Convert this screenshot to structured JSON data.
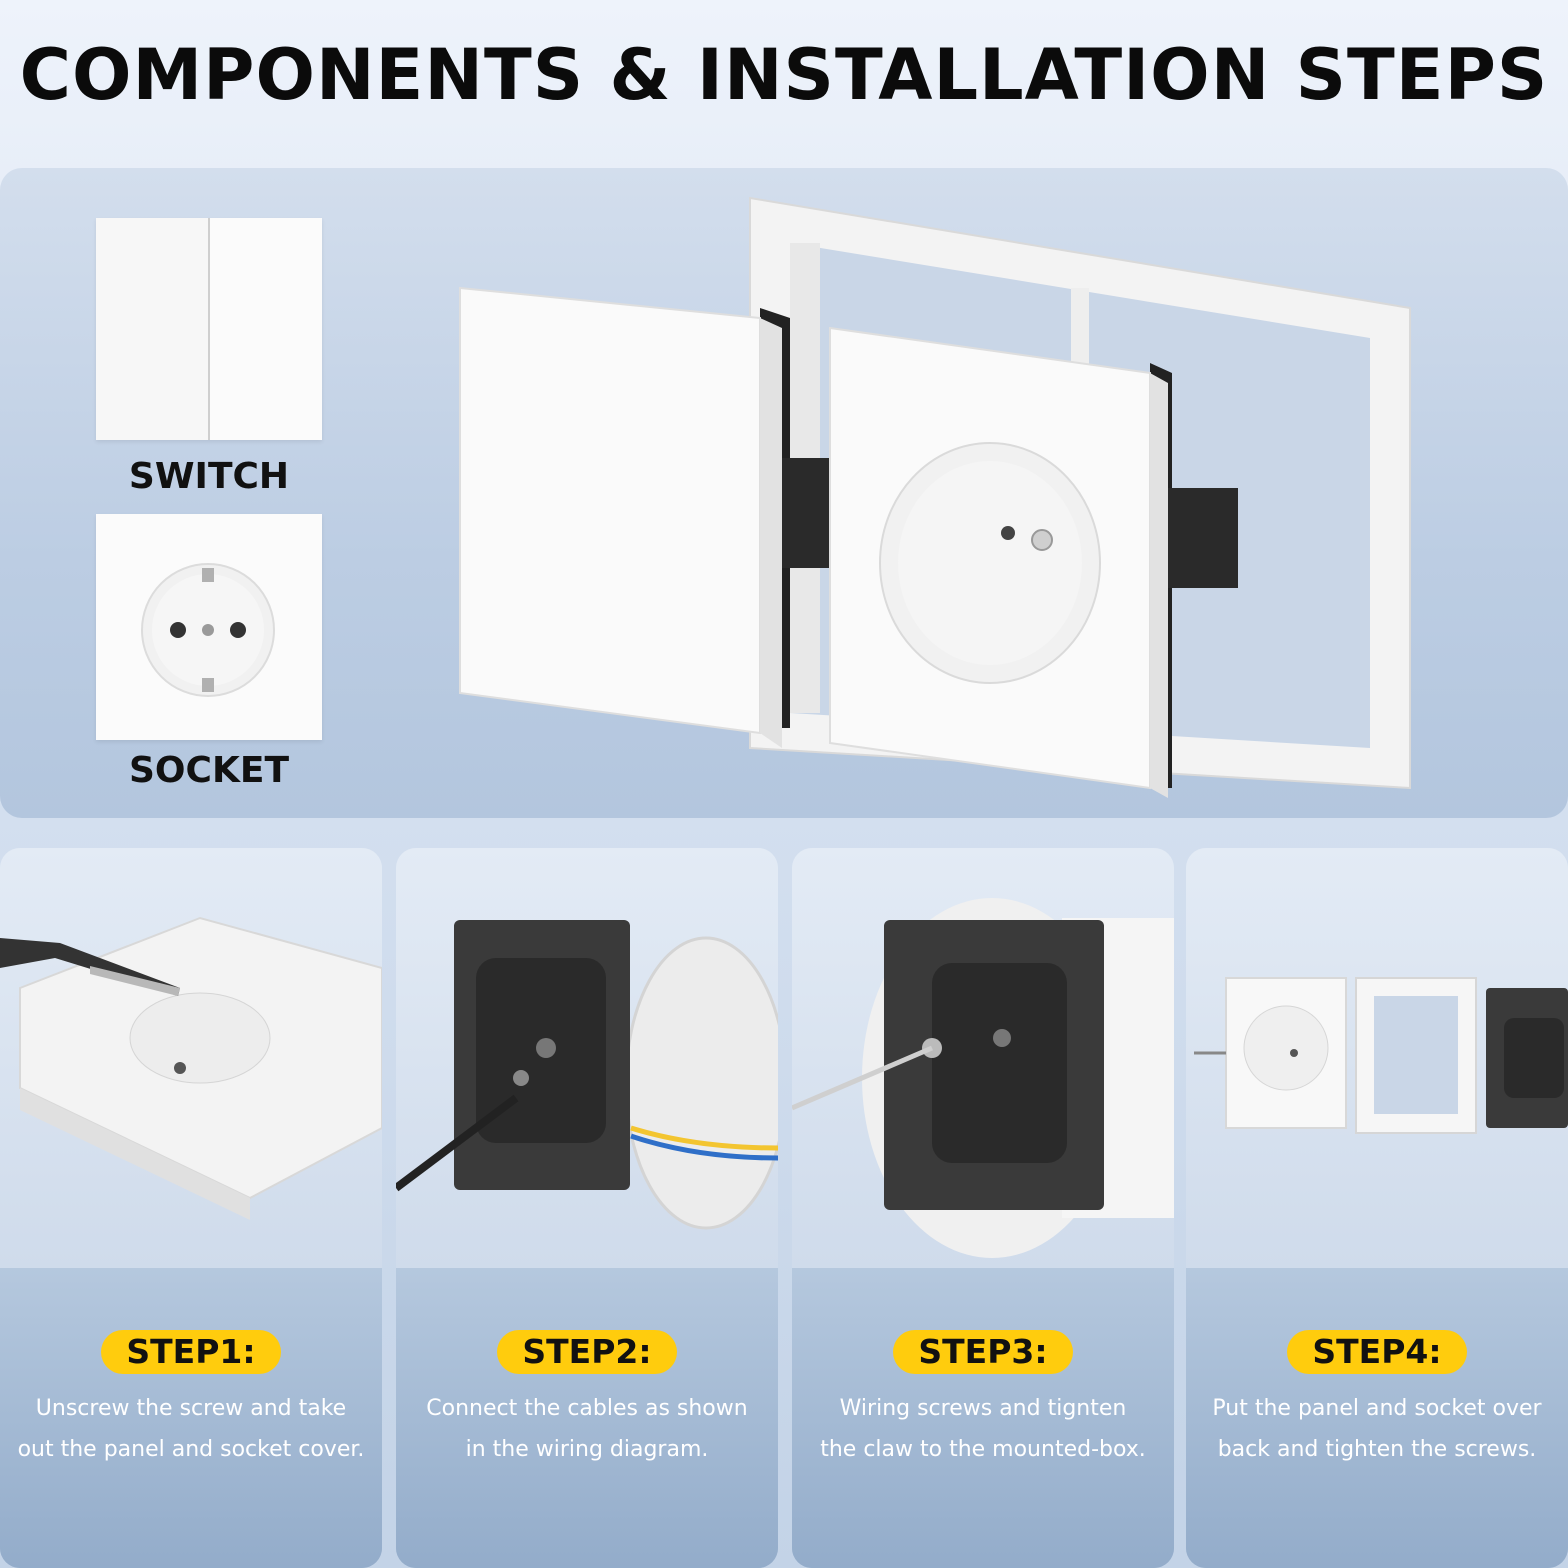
{
  "title": "COMPONENTS & INSTALLATION STEPS",
  "components": [
    {
      "label": "SWITCH"
    },
    {
      "label": "SOCKET"
    }
  ],
  "steps": [
    {
      "badge": "STEP1:",
      "line1": "Unscrew the screw and take",
      "line2": "out the panel and socket cover."
    },
    {
      "badge": "STEP2:",
      "line1": "Connect the cables as shown",
      "line2": "in the wiring diagram."
    },
    {
      "badge": "STEP3:",
      "line1": "Wiring screws and tignten",
      "line2": "the claw to the mounted-box."
    },
    {
      "badge": "STEP4:",
      "line1": "Put the panel and socket over",
      "line2": "back and tighten the screws."
    }
  ],
  "colors": {
    "badge": "#ffcc0d",
    "title": "#0b0b0b",
    "desc": "#ffffff"
  }
}
